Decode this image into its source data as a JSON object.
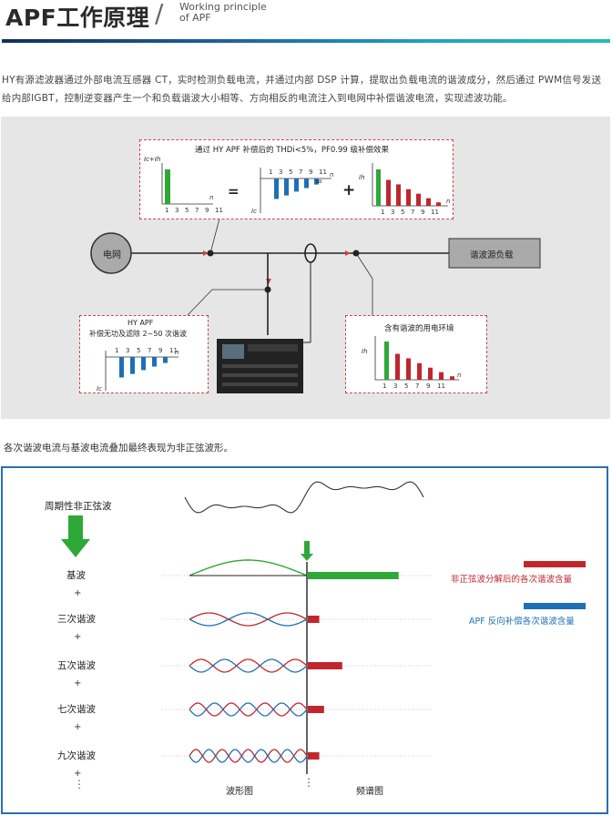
{
  "header": {
    "title": "APF工作原理",
    "separator": "/",
    "subtitle_line1": "Working principle",
    "subtitle_line2": "of APF"
  },
  "intro": {
    "text": "HY有源滤波器通过外部电流互感器 CT，实时检测负载电流，并通过内部 DSP 计算，提取出负载电流的谐波成分，然后通过 PWM信号发送给内部IGBT，控制逆变器产生一个和负载谐波大小相等、方向相反的电流注入到电网中补偿谐波电流，实现滤波功能。"
  },
  "top_diagram": {
    "grid_label": "电网",
    "load_label": "谐波源负载",
    "result_box": {
      "title": "通过 HY APF 补偿后的 THDi<5%，PF0.99 级补偿效果",
      "left_axis_label": "Ic+Ih",
      "mid_axis_label": "Ic",
      "right_axis_label": "Ih",
      "n_label": "n",
      "equals": "=",
      "plus": "+",
      "ticks": [
        "1",
        "3",
        "5",
        "7",
        "9",
        "11"
      ]
    },
    "apf_box": {
      "title1": "HY APF",
      "title2": "补偿无功及滤除 2~50 次谐波",
      "axis_label": "Ic",
      "n_label": "n",
      "ticks": [
        "1",
        "3",
        "5",
        "7",
        "9",
        "11"
      ]
    },
    "load_box": {
      "title": "含有谐波的用电环境",
      "axis_label": "Ih",
      "n_label": "n",
      "ticks": [
        "1",
        "3",
        "5",
        "7",
        "9",
        "11"
      ]
    },
    "bars_green": [
      1.0
    ],
    "bars_blue_comp": [
      0.75,
      0.62,
      0.48,
      0.35,
      0.22
    ],
    "bars_red_load": [
      0.75,
      0.62,
      0.48,
      0.35,
      0.22,
      0.1
    ]
  },
  "caption": "各次谐波电流与基波电流叠加最终表现为非正弦波形。",
  "bottom_diagram": {
    "periodic_label": "周期性非正弦波",
    "rows": [
      {
        "label": "基波",
        "bar": 0.95,
        "color": "#2ea836",
        "cycles": 1
      },
      {
        "label": "三次谐波",
        "bar": 0.12,
        "color": "#c0272d",
        "cycles": 3
      },
      {
        "label": "五次谐波",
        "bar": 0.36,
        "color": "#c0272d",
        "cycles": 5
      },
      {
        "label": "七次谐波",
        "bar": 0.17,
        "color": "#c0272d",
        "cycles": 7
      },
      {
        "label": "九次谐波",
        "bar": 0.12,
        "color": "#c0272d",
        "cycles": 9
      }
    ],
    "plus": "+",
    "dots": "⋮",
    "legend_red": "非正弦波分解后的各次谐波含量",
    "legend_blue": "APF 反向补偿各次谐波含量",
    "axis_wave": "波形图",
    "axis_spectrum": "频谱图",
    "colors": {
      "red": "#c0272d",
      "blue": "#1f6fb5",
      "green": "#2ea836"
    }
  }
}
